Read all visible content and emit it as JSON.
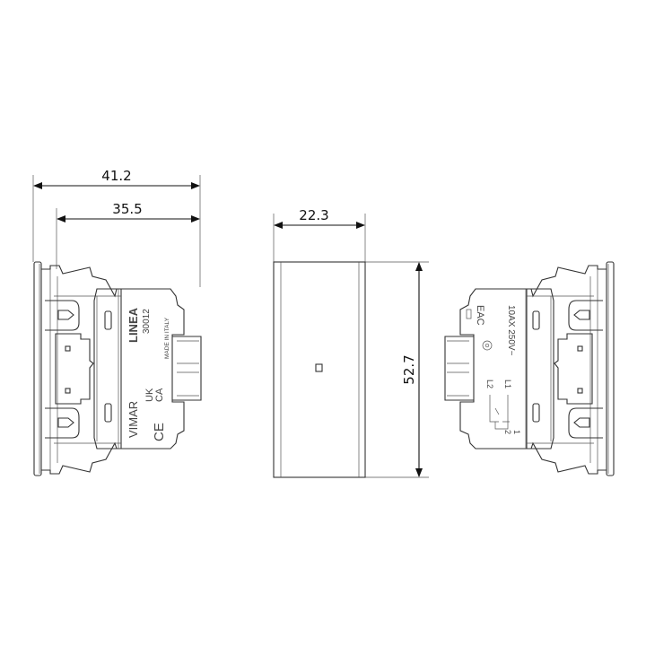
{
  "dimensions": {
    "overall_depth": "41.2",
    "body_depth": "35.5",
    "front_width": "22.3",
    "height": "52.7"
  },
  "left_view": {
    "series": "LINEA",
    "code": "30012",
    "origin": "MADE IN ITALY",
    "brand": "VIMAR",
    "mark_uk": "UK",
    "mark_ca": "CA",
    "mark_ce": "CE"
  },
  "right_view": {
    "mark_eac": "EAC",
    "rating": "10AX 250V~",
    "l1": "L1",
    "l2": "L2",
    "t1": "1",
    "t2": "2"
  },
  "colors": {
    "line": "#333333",
    "background": "#ffffff"
  }
}
